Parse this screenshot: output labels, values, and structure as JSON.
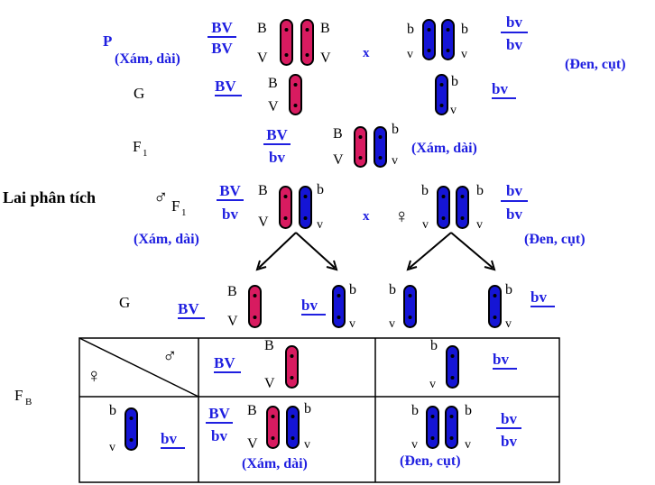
{
  "colors": {
    "blue_text": "#1F1FE0",
    "black_text": "#000000",
    "red_chromosome": "#D81B60",
    "blue_chromosome": "#1515D5",
    "line": "#000000"
  },
  "alleles": {
    "B": "B",
    "V": "V",
    "b": "b",
    "v": "v"
  },
  "genotypes": {
    "BV_BV": [
      "BV",
      "BV"
    ],
    "bv_bv": [
      "bv",
      "bv"
    ],
    "BV_bv": [
      "BV",
      "bv"
    ]
  },
  "gamete_labels": {
    "BV": "BV",
    "bv": "bv"
  },
  "phenotypes": {
    "gray_long": "(Xám, dài)",
    "black_short": "(Đen, cụt)"
  },
  "cross_symbol": "x",
  "rows": {
    "P": "P",
    "G": "G",
    "F1": {
      "main": "F",
      "sub": "1"
    },
    "test_cross": "Lai phân tích",
    "FB": {
      "main": "F",
      "sub": "B"
    }
  },
  "sex_symbols": {
    "male": "♂",
    "female": "♀"
  }
}
